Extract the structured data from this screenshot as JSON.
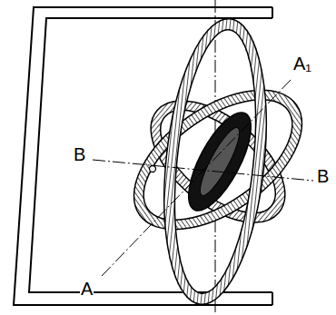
{
  "diagram": {
    "labels": [
      "A₁",
      "B",
      "B",
      "A"
    ]
  }
}
